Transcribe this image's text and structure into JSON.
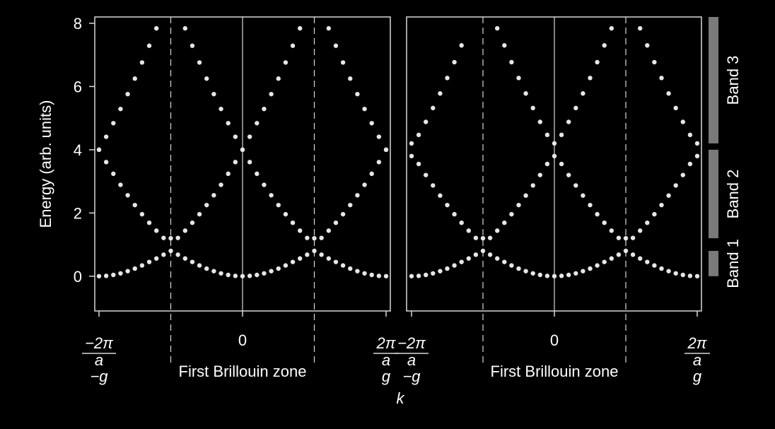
{
  "chart_data": {
    "type": "scatter",
    "ylabel": "Energy (arb. units)",
    "xlabel": "k",
    "ylim": [
      -1.1,
      8.2
    ],
    "xlim": [
      -2.06,
      2.06
    ],
    "y_ticks": [
      0,
      2,
      4,
      6,
      8
    ],
    "x_tick_labels": {
      "left_num": "−2π",
      "left_den": "a",
      "left_g": "−g",
      "zero": "0",
      "right_num": "2π",
      "right_den": "a",
      "right_g": "g"
    },
    "zone_label": "First Brillouin zone",
    "zone_boundaries": [
      -1,
      1
    ],
    "panels": [
      {
        "name": "left",
        "gap": 0.4,
        "y_axis_shown": true,
        "bands": [
          {
            "name": "Band 1",
            "x": [
              -2,
              -1.9,
              -1.8,
              -1.7,
              -1.6,
              -1.5,
              -1.4,
              -1.3,
              -1.2,
              -1.1,
              -1.0,
              -0.9,
              -0.8,
              -0.7,
              -0.6,
              -0.5,
              -0.4,
              -0.3,
              -0.2,
              -0.1,
              0,
              0.1,
              0.2,
              0.3,
              0.4,
              0.5,
              0.6,
              0.7,
              0.8,
              0.9,
              1.0,
              1.1,
              1.2,
              1.3,
              1.4,
              1.5,
              1.6,
              1.7,
              1.8,
              1.9,
              2
            ],
            "y": [
              0.0,
              0.01,
              0.04,
              0.09,
              0.16,
              0.24,
              0.34,
              0.45,
              0.56,
              0.68,
              0.8,
              0.68,
              0.56,
              0.45,
              0.34,
              0.24,
              0.16,
              0.09,
              0.04,
              0.01,
              0.0,
              0.01,
              0.04,
              0.09,
              0.16,
              0.24,
              0.34,
              0.45,
              0.56,
              0.68,
              0.8,
              0.68,
              0.56,
              0.45,
              0.34,
              0.24,
              0.16,
              0.09,
              0.04,
              0.01,
              0.0
            ]
          },
          {
            "name": "Band 2",
            "x": [
              -2,
              -1.9,
              -1.8,
              -1.7,
              -1.6,
              -1.5,
              -1.4,
              -1.3,
              -1.2,
              -1.1,
              -1.0,
              -0.9,
              -0.8,
              -0.7,
              -0.6,
              -0.5,
              -0.4,
              -0.3,
              -0.2,
              -0.1,
              0,
              0.1,
              0.2,
              0.3,
              0.4,
              0.5,
              0.6,
              0.7,
              0.8,
              0.9,
              1.0,
              1.1,
              1.2,
              1.3,
              1.4,
              1.5,
              1.6,
              1.7,
              1.8,
              1.9,
              2
            ],
            "y": [
              4.0,
              3.61,
              3.24,
              2.89,
              2.56,
              2.25,
              1.96,
              1.69,
              1.44,
              1.21,
              1.2,
              1.21,
              1.44,
              1.69,
              1.96,
              2.25,
              2.56,
              2.89,
              3.24,
              3.61,
              4.0,
              3.61,
              3.24,
              2.89,
              2.56,
              2.25,
              1.96,
              1.69,
              1.44,
              1.21,
              1.2,
              1.21,
              1.44,
              1.69,
              1.96,
              2.25,
              2.56,
              2.89,
              3.24,
              3.61,
              4.0
            ]
          },
          {
            "name": "Band 3",
            "x": [
              -2,
              -1.9,
              -1.8,
              -1.7,
              -1.6,
              -1.5,
              -1.4,
              -1.3,
              -1.2,
              -0.8,
              -0.7,
              -0.6,
              -0.5,
              -0.4,
              -0.3,
              -0.2,
              -0.1,
              0,
              0.1,
              0.2,
              0.3,
              0.4,
              0.5,
              0.6,
              0.7,
              0.8,
              1.2,
              1.3,
              1.4,
              1.5,
              1.6,
              1.7,
              1.8,
              1.9,
              2
            ],
            "y": [
              4.0,
              4.41,
              4.84,
              5.29,
              5.76,
              6.25,
              6.76,
              7.29,
              7.84,
              7.84,
              7.29,
              6.76,
              6.25,
              5.76,
              5.29,
              4.84,
              4.41,
              4.0,
              4.41,
              4.84,
              5.29,
              5.76,
              6.25,
              6.76,
              7.29,
              7.84,
              7.84,
              7.29,
              6.76,
              6.25,
              5.76,
              5.29,
              4.84,
              4.41,
              4.0
            ]
          }
        ]
      },
      {
        "name": "right",
        "gap": 0.4,
        "y_axis_shown": false,
        "bands": [
          {
            "name": "Band 1",
            "x": [
              -2,
              -1.9,
              -1.8,
              -1.7,
              -1.6,
              -1.5,
              -1.4,
              -1.3,
              -1.2,
              -1.1,
              -1.0,
              -0.9,
              -0.8,
              -0.7,
              -0.6,
              -0.5,
              -0.4,
              -0.3,
              -0.2,
              -0.1,
              0,
              0.1,
              0.2,
              0.3,
              0.4,
              0.5,
              0.6,
              0.7,
              0.8,
              0.9,
              1.0,
              1.1,
              1.2,
              1.3,
              1.4,
              1.5,
              1.6,
              1.7,
              1.8,
              1.9,
              2
            ],
            "y": [
              0.0,
              0.01,
              0.04,
              0.09,
              0.16,
              0.24,
              0.34,
              0.45,
              0.56,
              0.68,
              0.8,
              0.68,
              0.56,
              0.45,
              0.34,
              0.24,
              0.16,
              0.09,
              0.04,
              0.01,
              0.0,
              0.01,
              0.04,
              0.09,
              0.16,
              0.24,
              0.34,
              0.45,
              0.56,
              0.68,
              0.8,
              0.68,
              0.56,
              0.45,
              0.34,
              0.24,
              0.16,
              0.09,
              0.04,
              0.01,
              0.0
            ]
          },
          {
            "name": "Band 2",
            "x": [
              -2,
              -1.9,
              -1.8,
              -1.7,
              -1.6,
              -1.5,
              -1.4,
              -1.3,
              -1.2,
              -1.1,
              -1.0,
              -0.9,
              -0.8,
              -0.7,
              -0.6,
              -0.5,
              -0.4,
              -0.3,
              -0.2,
              -0.1,
              0,
              0.1,
              0.2,
              0.3,
              0.4,
              0.5,
              0.6,
              0.7,
              0.8,
              0.9,
              1.0,
              1.1,
              1.2,
              1.3,
              1.4,
              1.5,
              1.6,
              1.7,
              1.8,
              1.9,
              2
            ],
            "y": [
              3.8,
              3.55,
              3.2,
              2.87,
              2.55,
              2.25,
              1.96,
              1.69,
              1.44,
              1.21,
              1.2,
              1.21,
              1.44,
              1.69,
              1.96,
              2.25,
              2.55,
              2.87,
              3.2,
              3.55,
              3.8,
              3.55,
              3.2,
              2.87,
              2.55,
              2.25,
              1.96,
              1.69,
              1.44,
              1.21,
              1.2,
              1.21,
              1.44,
              1.69,
              1.96,
              2.25,
              2.55,
              2.87,
              3.2,
              3.55,
              3.8
            ]
          },
          {
            "name": "Band 3",
            "x": [
              -2,
              -1.9,
              -1.8,
              -1.7,
              -1.6,
              -1.5,
              -1.4,
              -1.3,
              -0.8,
              -0.7,
              -0.6,
              -0.5,
              -0.4,
              -0.3,
              -0.2,
              -0.1,
              0,
              0.1,
              0.2,
              0.3,
              0.4,
              0.5,
              0.6,
              0.7,
              0.8,
              1.2,
              1.3,
              1.4,
              1.5,
              1.6,
              1.7,
              1.8,
              1.9,
              2
            ],
            "y": [
              4.2,
              4.47,
              4.88,
              5.32,
              5.78,
              6.27,
              6.77,
              7.3,
              7.84,
              7.3,
              6.77,
              6.27,
              5.78,
              5.32,
              4.88,
              4.47,
              4.2,
              4.47,
              4.88,
              5.32,
              5.78,
              6.27,
              6.77,
              7.3,
              7.84,
              7.84,
              7.3,
              6.77,
              6.27,
              5.78,
              5.32,
              4.88,
              4.47,
              4.2
            ]
          }
        ]
      }
    ],
    "band_bars": [
      {
        "label": "Band 1",
        "range": [
          0.0,
          0.8
        ]
      },
      {
        "label": "Band 2",
        "range": [
          1.2,
          4.0
        ]
      },
      {
        "label": "Band 3",
        "range": [
          4.2,
          8.2
        ]
      }
    ],
    "colors": {
      "background": "#000000",
      "points": "#e6e6e6",
      "axes": "#d8d8d8",
      "bars": "#7a7a7a"
    }
  }
}
